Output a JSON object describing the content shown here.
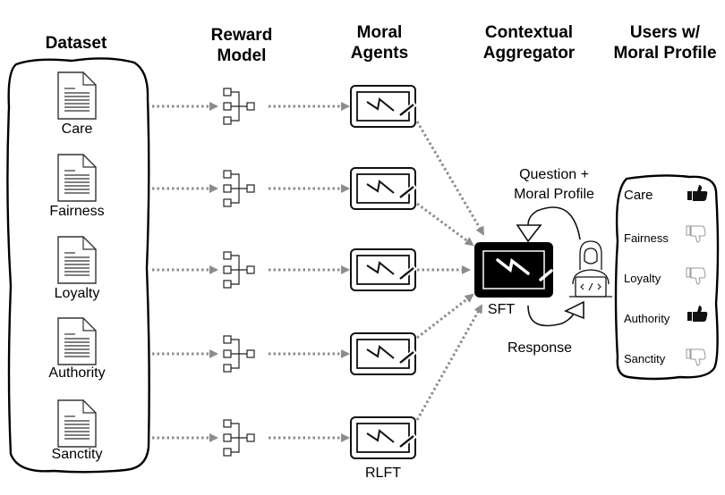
{
  "headers": {
    "dataset": "Dataset",
    "reward_model_line1": "Reward",
    "reward_model_line2": "Model",
    "moral_agents_line1": "Moral",
    "moral_agents_line2": "Agents",
    "aggregator_line1": "Contextual",
    "aggregator_line2": "Aggregator",
    "users_line1": "Users w/",
    "users_line2": "Moral Profile"
  },
  "datasets": [
    {
      "label": "Care",
      "icon": "document-icon"
    },
    {
      "label": "Fairness",
      "icon": "document-icon"
    },
    {
      "label": "Loyalty",
      "icon": "document-icon"
    },
    {
      "label": "Authority",
      "icon": "document-icon"
    },
    {
      "label": "Sanctity",
      "icon": "document-icon"
    }
  ],
  "agents_caption": "RLFT",
  "aggregator": {
    "caption": "SFT",
    "question_line1": "Question +",
    "question_line2": "Moral Profile",
    "response": "Response"
  },
  "user_profile": [
    {
      "label": "Care",
      "vote": "thumbs-up"
    },
    {
      "label": "Fairness",
      "vote": "thumbs-down"
    },
    {
      "label": "Loyalty",
      "vote": "thumbs-down"
    },
    {
      "label": "Authority",
      "vote": "thumbs-up"
    },
    {
      "label": "Sanctity",
      "vote": "thumbs-down"
    }
  ],
  "colors": {
    "arrow": "#8c8c8c",
    "stroke": "#000000",
    "aggregator_fill": "#000000"
  }
}
